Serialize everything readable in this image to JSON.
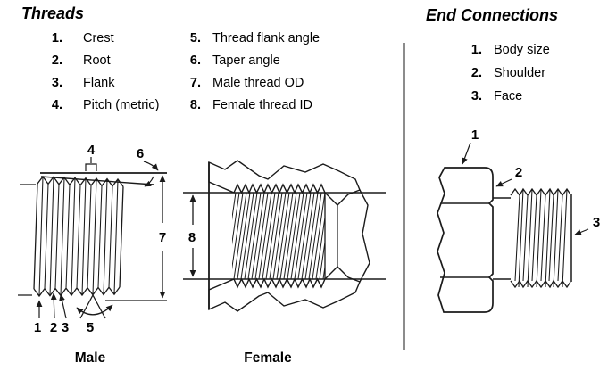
{
  "threads": {
    "title": "Threads",
    "list": [
      {
        "num": "1.",
        "label": "Crest"
      },
      {
        "num": "2.",
        "label": "Root"
      },
      {
        "num": "3.",
        "label": "Flank"
      },
      {
        "num": "4.",
        "label": "Pitch (metric)"
      },
      {
        "num": "5.",
        "label": "Thread flank angle"
      },
      {
        "num": "6.",
        "label": "Taper angle"
      },
      {
        "num": "7.",
        "label": "Male thread OD"
      },
      {
        "num": "8.",
        "label": "Female thread ID"
      }
    ],
    "diagrams": {
      "male": {
        "caption": "Male",
        "callouts": {
          "crest": "1",
          "root": "2",
          "flank": "3",
          "pitch": "4",
          "flank_angle": "5",
          "taper_angle": "6",
          "od": "7"
        }
      },
      "female": {
        "caption": "Female",
        "callouts": {
          "id": "8"
        }
      }
    }
  },
  "end_connections": {
    "title": "End Connections",
    "list": [
      {
        "num": "1.",
        "label": "Body size"
      },
      {
        "num": "2.",
        "label": "Shoulder"
      },
      {
        "num": "3.",
        "label": "Face"
      }
    ],
    "callouts": {
      "body_size": "1",
      "shoulder": "2",
      "face": "3"
    }
  },
  "colors": {
    "line": "#1a1a1a",
    "divider": "#8c8c8c",
    "background": "#ffffff"
  }
}
